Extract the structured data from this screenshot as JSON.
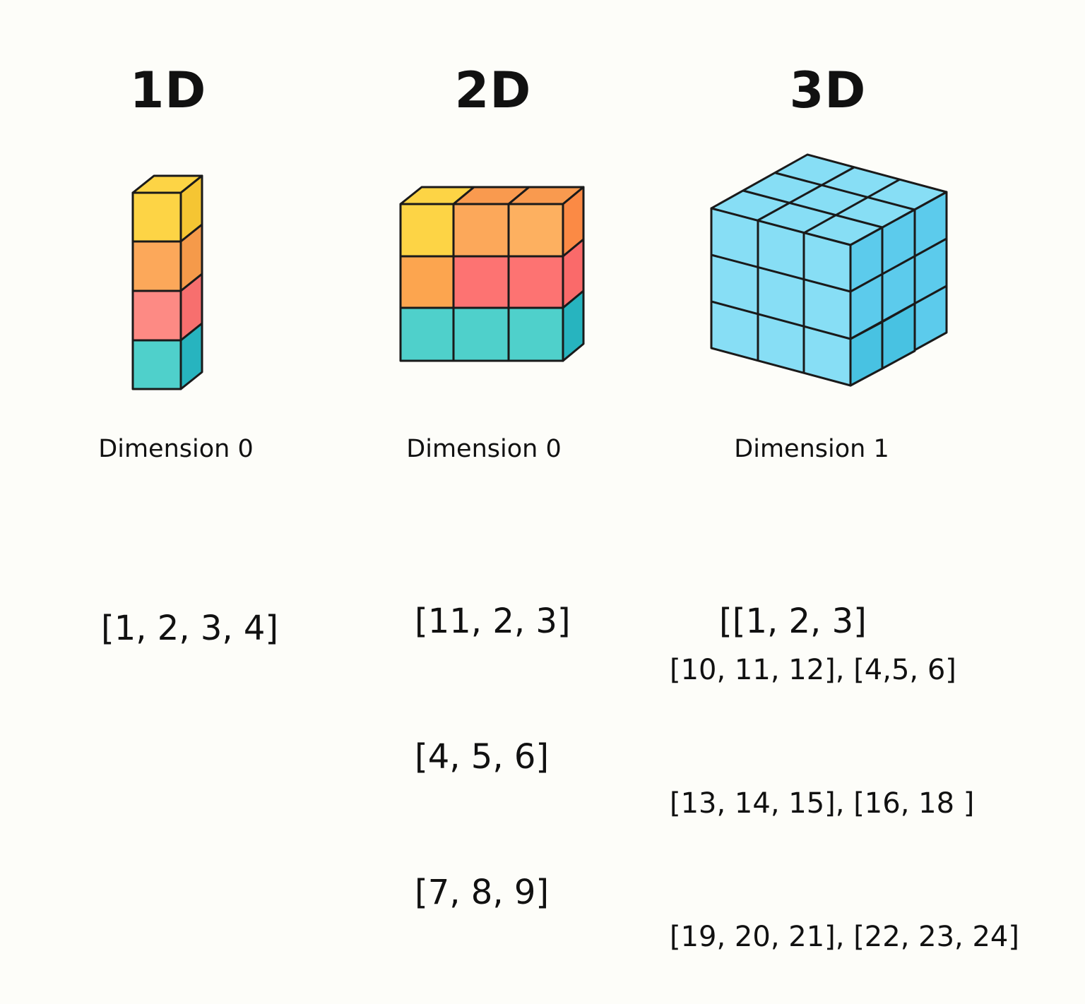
{
  "columns": [
    {
      "title": "1D",
      "dimension_label": "Dimension 0",
      "array_lines": [
        "[1, 2, 3, 4]"
      ]
    },
    {
      "title": "2D",
      "dimension_label": "Dimension 0",
      "array_lines": [
        "[11, 2, 3]",
        "[4, 5, 6]",
        "[7, 8, 9]"
      ]
    },
    {
      "title": "3D",
      "dimension_label": "Dimension 1",
      "array_lines": [
        "[[1, 2, 3]",
        "[10, 11, 12], [4,5, 6]",
        "[13, 14, 15], [16, 18 ]",
        "[19, 20, 21], [22, 23, 24]"
      ]
    }
  ],
  "colors": {
    "background": "#fdfdf9",
    "yellow": "#fdd445",
    "orange": "#fca85a",
    "red": "#fd7372",
    "teal": "#4fd0cb",
    "cube_blue": "#87def5",
    "outline": "#1a1a1a"
  }
}
